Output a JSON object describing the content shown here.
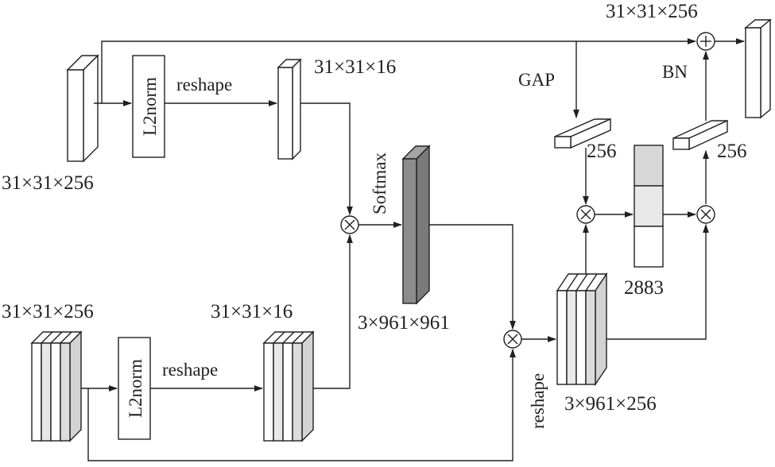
{
  "labels": {
    "top_left_input": "31×31×256",
    "top_l2norm": "L2norm",
    "top_reshape": "reshape",
    "top_after_reshape": "31×31×16",
    "top_right_output": "31×31×256",
    "gap": "GAP",
    "bn": "BN",
    "bottom_left_input": "31×31×256",
    "bottom_l2norm": "L2norm",
    "bottom_reshape": "reshape",
    "bottom_after_reshape": "31×31×16",
    "softmax": "Softmax",
    "attention_size": "3×961×961",
    "reshape_vertical": "reshape",
    "fused_size": "3×961×256",
    "gap_out_dim": "256",
    "fc_out_dim": "256",
    "fc_hidden": "2883"
  },
  "colors": {
    "line": "#231f20",
    "softmax_block": "#8c8c8c",
    "light_gray": "#d8d8d8",
    "lighter_gray": "#e9e9e9",
    "white": "#ffffff"
  }
}
